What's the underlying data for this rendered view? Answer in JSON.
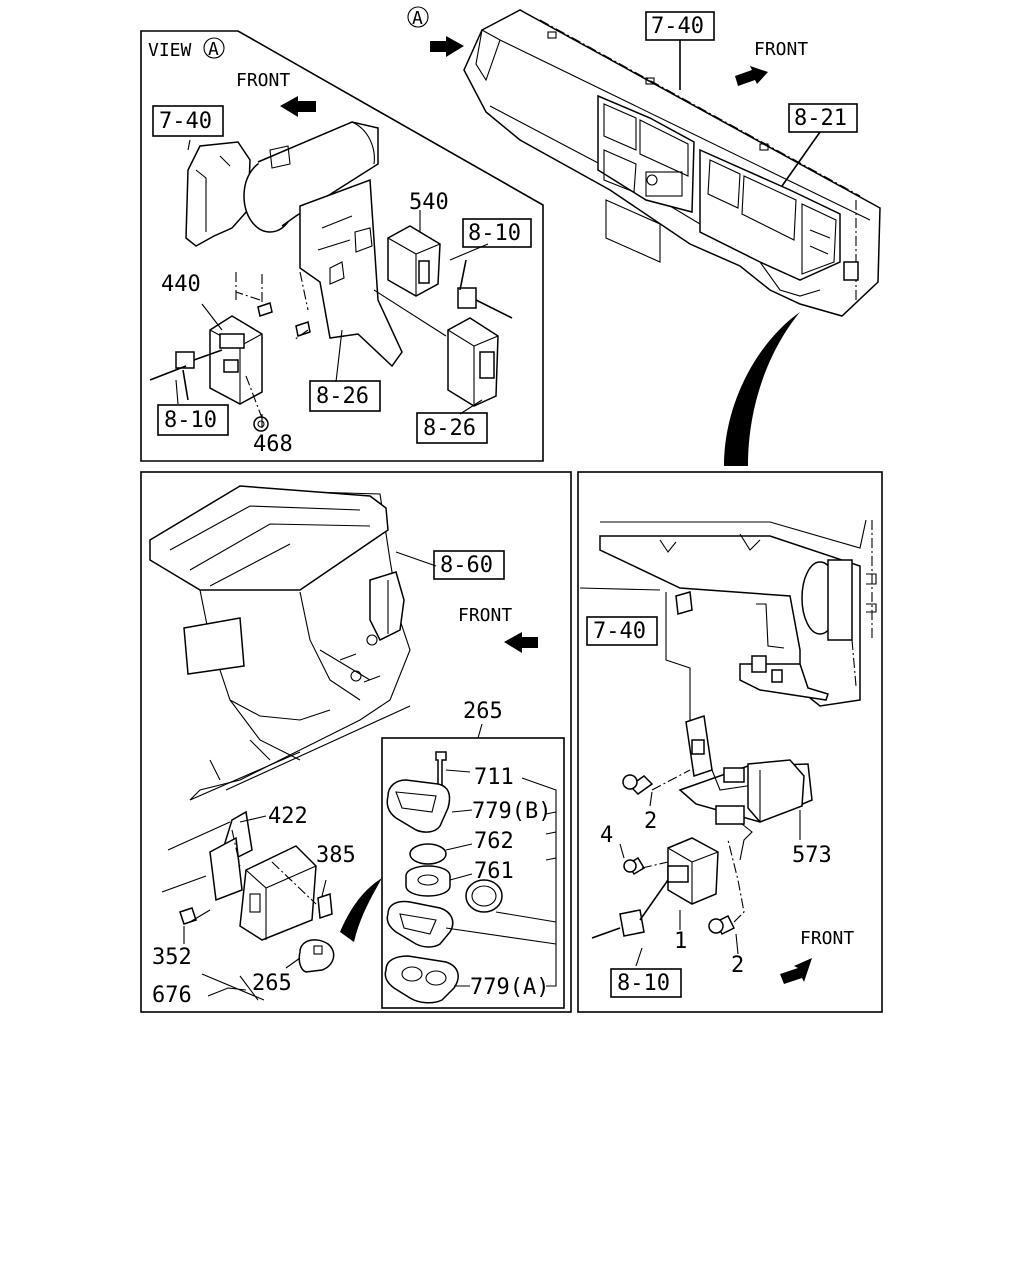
{
  "top_view": {
    "view_label": "VIEW",
    "view_mark": "A",
    "front_label": "FRONT",
    "refs": {
      "r740": "7-40",
      "r810a": "8-10",
      "r810b": "8-10",
      "r826a": "8-26",
      "r826b": "8-26"
    },
    "parts": {
      "p540": "540",
      "p440": "440",
      "p468": "468"
    }
  },
  "dashboard": {
    "view_mark": "A",
    "front_label": "FRONT",
    "refs": {
      "r740": "7-40",
      "r821": "8-21"
    }
  },
  "heater_panel": {
    "front_label": "FRONT",
    "refs": {
      "r860": "8-60"
    },
    "parts": {
      "p422": "422",
      "p385": "385",
      "p352": "352",
      "p676": "676",
      "p265a": "265",
      "p265b": "265"
    },
    "keyfob_parts": {
      "p711": "711",
      "p779b": "779(B)",
      "p762": "762",
      "p761": "761",
      "p779a": "779(A)"
    }
  },
  "bracket_panel": {
    "front_label": "FRONT",
    "refs": {
      "r740": "7-40",
      "r810": "8-10"
    },
    "parts": {
      "p2a": "2",
      "p4": "4",
      "p573": "573",
      "p1": "1",
      "p2b": "2"
    }
  }
}
